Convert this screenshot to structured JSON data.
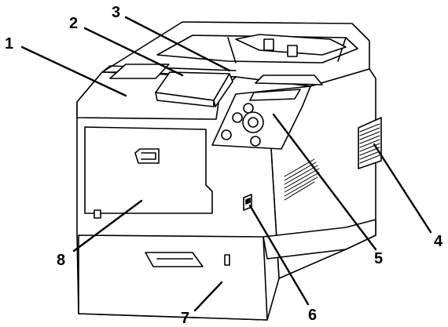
{
  "figure": {
    "subject": "printer",
    "callouts": [
      {
        "label": "1"
      },
      {
        "label": "2"
      },
      {
        "label": "3"
      },
      {
        "label": "4"
      },
      {
        "label": "5"
      },
      {
        "label": "6"
      },
      {
        "label": "7"
      },
      {
        "label": "8"
      }
    ]
  },
  "colors": {
    "line": "#000000",
    "body": "#ffffff",
    "hatch": "#000000"
  }
}
